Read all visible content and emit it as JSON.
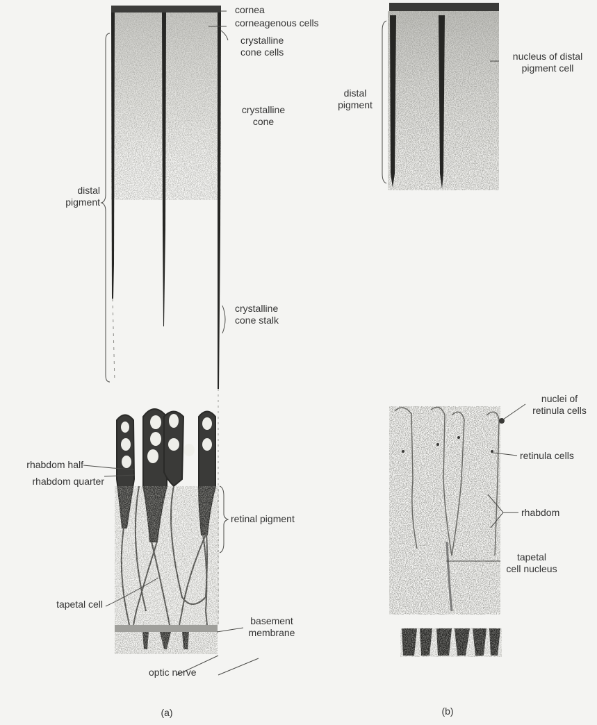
{
  "figure_a": {
    "caption": "(a)",
    "labels": {
      "cornea": "cornea",
      "corneagenous_cells": "corneagenous cells",
      "crystalline_cone_cells": [
        "crystalline",
        "cone cells"
      ],
      "crystalline_cone": [
        "crystalline",
        "cone"
      ],
      "distal_pigment": [
        "distal",
        "pigment"
      ],
      "crystalline_cone_stalk": [
        "crystalline",
        "cone stalk"
      ],
      "rhabdom_half": "rhabdom half",
      "rhabdom_quarter": "rhabdom quarter",
      "retinal_pigment": "retinal pigment",
      "tapetal_cell": "tapetal cell",
      "basement_membrane": [
        "basement",
        "membrane"
      ],
      "optic_nerve": "optic nerve"
    }
  },
  "figure_b": {
    "caption": "(b)",
    "labels": {
      "nucleus_of_distal_pigment_cell": [
        "nucleus of distal",
        "pigment cell"
      ],
      "distal_pigment": [
        "distal",
        "pigment"
      ],
      "nuclei_of_retinula_cells": [
        "nuclei of",
        "retinula cells"
      ],
      "retinula_cells": "retinula cells",
      "rhabdom": "rhabdom",
      "tapetal_cell_nucleus": [
        "tapetal",
        "cell nucleus"
      ]
    }
  }
}
